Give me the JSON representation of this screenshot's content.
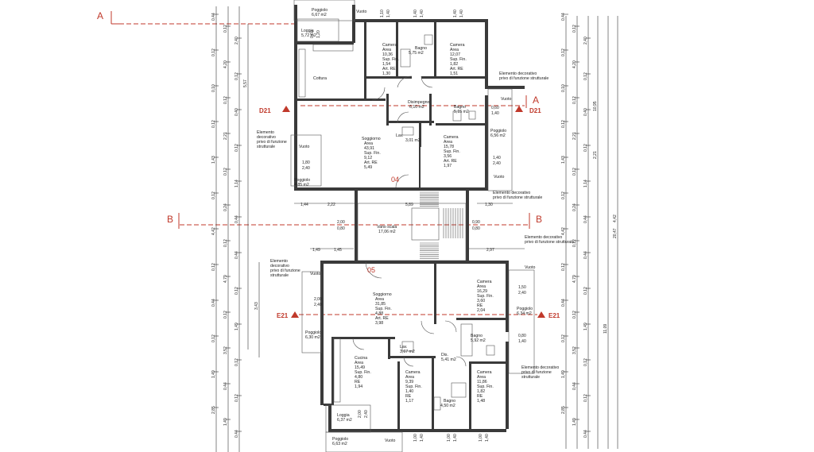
{
  "sections": {
    "top_left": "A",
    "top_right": "A",
    "mid_left": "B",
    "mid_right": "B",
    "d21": "D21",
    "e21": "E21"
  },
  "apartments": {
    "upper": "04",
    "lower": "05"
  },
  "rooms": [
    {
      "lines": [
        "Poggiolo",
        "6,67 m2"
      ]
    },
    {
      "lines": [
        "Loggia",
        "5,72 m2"
      ]
    },
    {
      "lines": [
        "Camera",
        "Area",
        "10,36",
        "Sup. Fin.",
        "1,54",
        "Art. RE",
        "1,30"
      ]
    },
    {
      "lines": [
        "Bagno",
        "5,75 m2"
      ]
    },
    {
      "lines": [
        "Camera",
        "Area",
        "12,07",
        "Sup. Fin.",
        "1,82",
        "Art. RE",
        "1,51"
      ]
    },
    {
      "lines": [
        "Cottura"
      ]
    },
    {
      "lines": [
        "Disimpegno",
        "6,10 m2"
      ]
    },
    {
      "lines": [
        "Bagno",
        "5,15 m2"
      ]
    },
    {
      "lines": [
        "Soggiorno",
        "Area",
        "43,91",
        "Sup. Fin.",
        "9,12",
        "Art. RE",
        "5,49"
      ]
    },
    {
      "lines": [
        "Lav.",
        "3,01 m2"
      ]
    },
    {
      "lines": [
        "Camera",
        "Area",
        "15,78",
        "Sup. Fin.",
        "3,56",
        "Art. RE",
        "1,97"
      ]
    },
    {
      "lines": [
        "Poggiolo",
        "6,56 m2"
      ]
    },
    {
      "lines": [
        "Poggiolo",
        "4,85 m2"
      ]
    },
    {
      "lines": [
        "Vano scala",
        "17,06 m2"
      ]
    },
    {
      "lines": [
        "Soggiorno",
        "Area",
        "31,85",
        "Sup. Fin.",
        "4,88",
        "Art. RE",
        "3,98"
      ]
    },
    {
      "lines": [
        "Camera",
        "Area",
        "16,29",
        "Sup. Fin.",
        "3,60",
        "RE",
        "2,04"
      ]
    },
    {
      "lines": [
        "Poggiolo",
        "6,34 m2"
      ]
    },
    {
      "lines": [
        "Poggiolo",
        "6,30 m2"
      ]
    },
    {
      "lines": [
        "Bagno",
        "5,92 m2"
      ]
    },
    {
      "lines": [
        "Lav.",
        "3,67 m2"
      ]
    },
    {
      "lines": [
        "Dis.",
        "5,41 m2"
      ]
    },
    {
      "lines": [
        "Cucina",
        "Area",
        "15,49",
        "Sup. Fin.",
        "4,80",
        "RE",
        "1,94"
      ]
    },
    {
      "lines": [
        "Camera",
        "Area",
        "9,39",
        "Sup. Fin.",
        "1,40",
        "RE",
        "1,17"
      ]
    },
    {
      "lines": [
        "Camera",
        "Area",
        "11,86",
        "Sup. Fin.",
        "1,82",
        "RE",
        "1,48"
      ]
    },
    {
      "lines": [
        "Bagno",
        "4,50 m2"
      ]
    },
    {
      "lines": [
        "Loggia",
        "6,37 m2"
      ]
    },
    {
      "lines": [
        "Poggiolo",
        "6,63 m2"
      ]
    }
  ],
  "notes": [
    {
      "lines": [
        "Elemento decorativo",
        "privo di funzione strutturale"
      ]
    },
    {
      "lines": [
        "Elemento",
        "decorativo",
        "privo di funzione",
        "strutturale"
      ]
    },
    {
      "lines": [
        "Elemento decorativo",
        "privo di funzione strutturale"
      ]
    },
    {
      "lines": [
        "Elemento decorativo",
        "privo di funzione strutturale"
      ]
    },
    {
      "lines": [
        "Elemento",
        "decorativo",
        "privo di funzione",
        "strutturale"
      ]
    },
    {
      "lines": [
        "Elemento decorativo",
        "privo di funzione",
        "strutturale"
      ]
    }
  ],
  "vuoto": [
    "Vuoto",
    "Vuoto",
    "Vuoto",
    "Vuoto",
    "Vuoto",
    "Vuoto",
    "Vuoto"
  ],
  "openings": [
    {
      "w": "1,10",
      "h": "1,40"
    },
    {
      "w": "1,40",
      "h": "1,40"
    },
    {
      "w": "1,40",
      "h": "1,40"
    },
    {
      "w": "0,60",
      "h": "1,40"
    },
    {
      "w": "1,80",
      "h": "2,40"
    },
    {
      "w": "1,40",
      "h": "2,40"
    },
    {
      "w": "2,00",
      "h": "0,80"
    },
    {
      "w": "0,90",
      "h": "0,80"
    },
    {
      "w": "1,50",
      "h": "2,40"
    },
    {
      "w": "2,00",
      "h": "2,40"
    },
    {
      "w": "0,80",
      "h": "1,40"
    },
    {
      "w": "1,00",
      "h": "1,40"
    },
    {
      "w": "1,00",
      "h": "1,40"
    },
    {
      "w": "1,00",
      "h": "1,40"
    },
    {
      "w": "2,00",
      "h": "2,40"
    },
    {
      "w": "0,60",
      "h": "1,20"
    }
  ],
  "dims_h": [
    "1,44",
    "2,22",
    "5,89",
    "1,30",
    "1,49",
    "1,45",
    "2,97"
  ],
  "dims_v": [
    "0,44",
    "0,12",
    "2,40",
    "0,12",
    "4,20",
    "0,12",
    "0,10",
    "0,12",
    "0,40",
    "0,12",
    "2,21",
    "0,12",
    "1,43",
    "0,12",
    "1,14",
    "0,12",
    "0,24",
    "0,44",
    "4,42",
    "0,12",
    "0,44",
    "0,12",
    "4,79",
    "0,12",
    "0,44",
    "0,12",
    "1,49",
    "0,12",
    "3,52",
    "0,12",
    "1,49",
    "0,44",
    "0,12",
    "2,85",
    "1,49",
    "0,44"
  ],
  "dims_v_tot": [
    "10,95",
    "11,09",
    "4,42",
    "5,57",
    "3,43",
    "2,21",
    "20,47"
  ]
}
